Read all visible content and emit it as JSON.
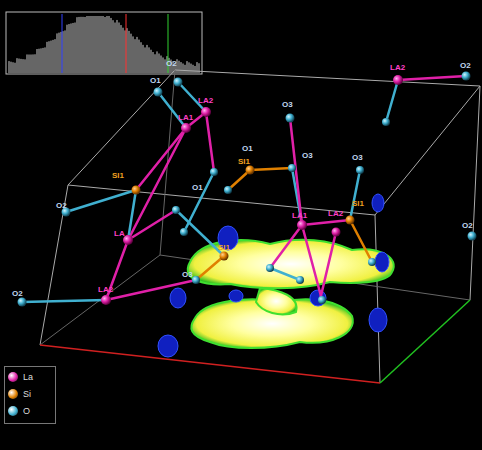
{
  "diagram": {
    "labels": [
      "O2",
      "O1",
      "LA2",
      "LA1",
      "O3",
      "LA2",
      "O2",
      "O1",
      "SI1",
      "O3",
      "O3",
      "SI1",
      "O2",
      "O1",
      "LA1",
      "LA2",
      "SI1",
      "LA",
      "SI1",
      "O3",
      "LA2",
      "O2",
      "O2"
    ],
    "legend": [
      {
        "text": "La",
        "color": "#e020a8"
      },
      {
        "text": "Si",
        "color": "#e08000"
      },
      {
        "text": "O",
        "color": "#40b0d0"
      }
    ]
  }
}
